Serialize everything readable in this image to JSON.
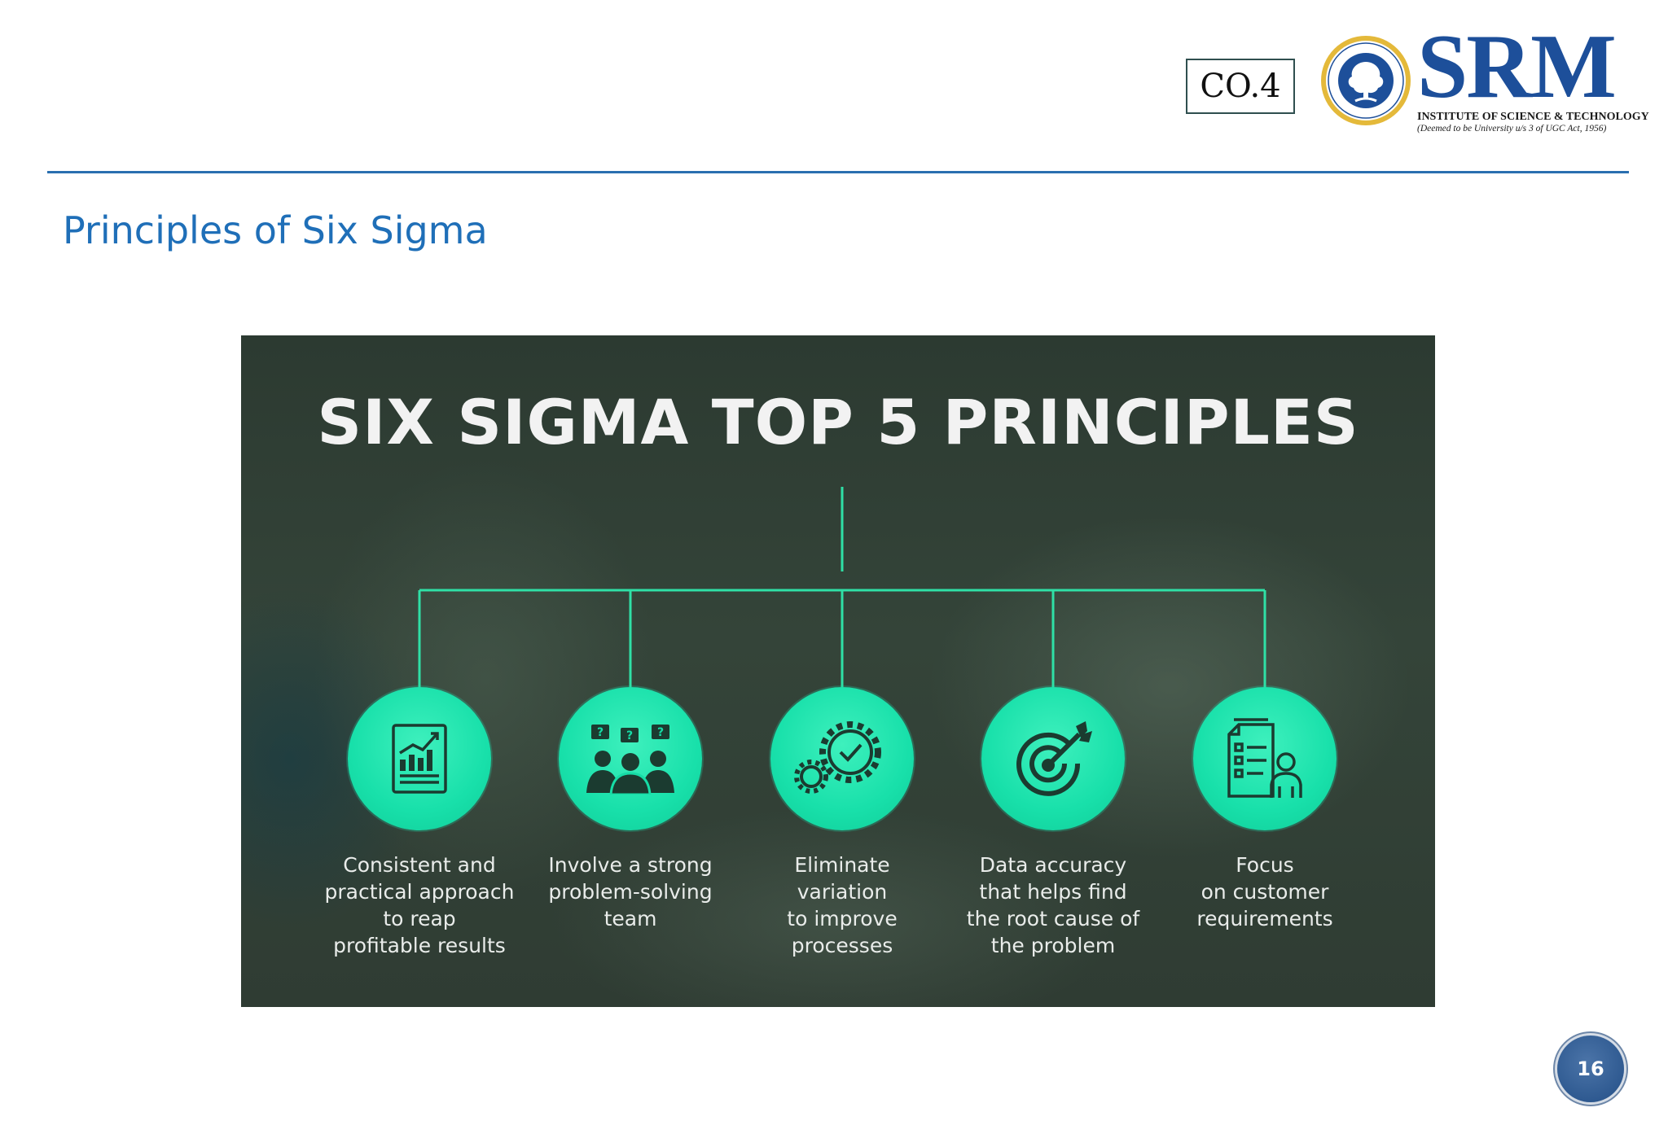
{
  "header": {
    "co_label": "CO.4",
    "logo": {
      "name": "SRM",
      "subtitle": "INSTITUTE OF SCIENCE & TECHNOLOGY",
      "tagline": "(Deemed to be University u/s 3 of UGC Act, 1956)"
    }
  },
  "slide": {
    "title": "Principles of Six Sigma",
    "page_number": "16"
  },
  "figure": {
    "heading": "SIX SIGMA TOP 5 PRINCIPLES",
    "principles": [
      {
        "icon": "chart-report-icon",
        "text": "Consistent and\npractical approach\nto reap\nprofitable results"
      },
      {
        "icon": "team-questions-icon",
        "text": "Involve a strong\nproblem-solving\nteam"
      },
      {
        "icon": "gears-check-icon",
        "text": "Eliminate\nvariation\nto improve\nprocesses"
      },
      {
        "icon": "target-arrow-icon",
        "text": "Data accuracy\nthat helps find\nthe root cause of\nthe problem"
      },
      {
        "icon": "customer-checklist-icon",
        "text": "Focus\non customer\nrequirements"
      }
    ]
  },
  "colors": {
    "title_blue": "#1f6fb8",
    "rule_blue": "#2a6fb0",
    "accent_green": "#18e0aa",
    "logo_blue": "#1d4f9a"
  }
}
